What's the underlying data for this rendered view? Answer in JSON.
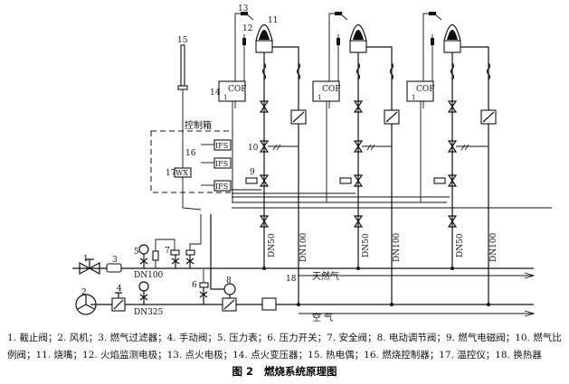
{
  "labels": {
    "n1": "1",
    "n2": "2",
    "n3": "3",
    "n4": "4",
    "n5": "5",
    "n6": "6",
    "n7": "7",
    "n8": "8",
    "n9": "9",
    "n10": "10",
    "n11": "11",
    "n12": "12",
    "n13": "13",
    "n14": "14",
    "n15": "15",
    "n16": "16",
    "n17": "17",
    "n18": "18",
    "control_box": "控制箱",
    "wx": "WX",
    "ifs": "IFS",
    "cof": "COF",
    "cof_sub": "1",
    "dn100_main": "DN100",
    "dn325": "DN325",
    "dn50": "DN50",
    "dn100": "DN100",
    "natural_gas": "天然气",
    "air": "空  气"
  },
  "legend": "1. 截止阀；2. 风机；3. 燃气过滤器；4. 手动阀；5. 压力表；6. 压力开关；7. 安全阀；8. 电动调节阀；9. 燃气电磁阀；10. 燃气比例阀；11. 烧嘴；12. 火焰监测电极；13. 点火电极；14. 点火变压器；15. 热电偶；16. 燃烧控制器；17. 温控仪；18. 换热器",
  "caption": {
    "number": "图 2",
    "title": "燃烧系统原理图"
  }
}
